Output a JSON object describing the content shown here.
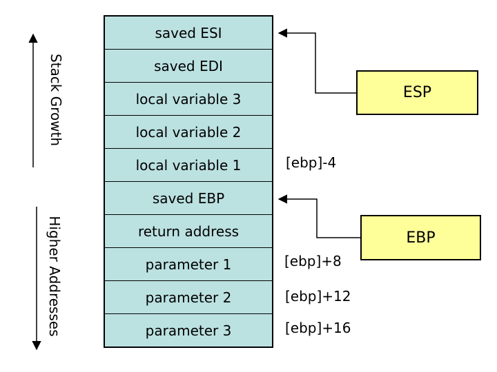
{
  "diagram": {
    "title_semantics": "stack frame layout",
    "stack_rows": [
      "saved ESI",
      "saved EDI",
      "local variable 3",
      "local variable 2",
      "local variable 1",
      "saved EBP",
      "return address",
      "parameter 1",
      "parameter 2",
      "parameter 3"
    ],
    "side_labels": {
      "stack_growth": "Stack Growth",
      "higher_addresses": "Higher Addresses"
    },
    "registers": {
      "esp_label": "ESP",
      "ebp_label": "EBP"
    },
    "offset_annotations": {
      "local_var_1": "[ebp]-4",
      "param_1": "[ebp]+8",
      "param_2": "[ebp]+12",
      "param_3": "[ebp]+16"
    },
    "colors": {
      "stack_cell_fill": "#BCE1E1",
      "register_box_fill": "#FFFF99",
      "line_color": "#000000",
      "background": "#FFFFFF"
    }
  }
}
